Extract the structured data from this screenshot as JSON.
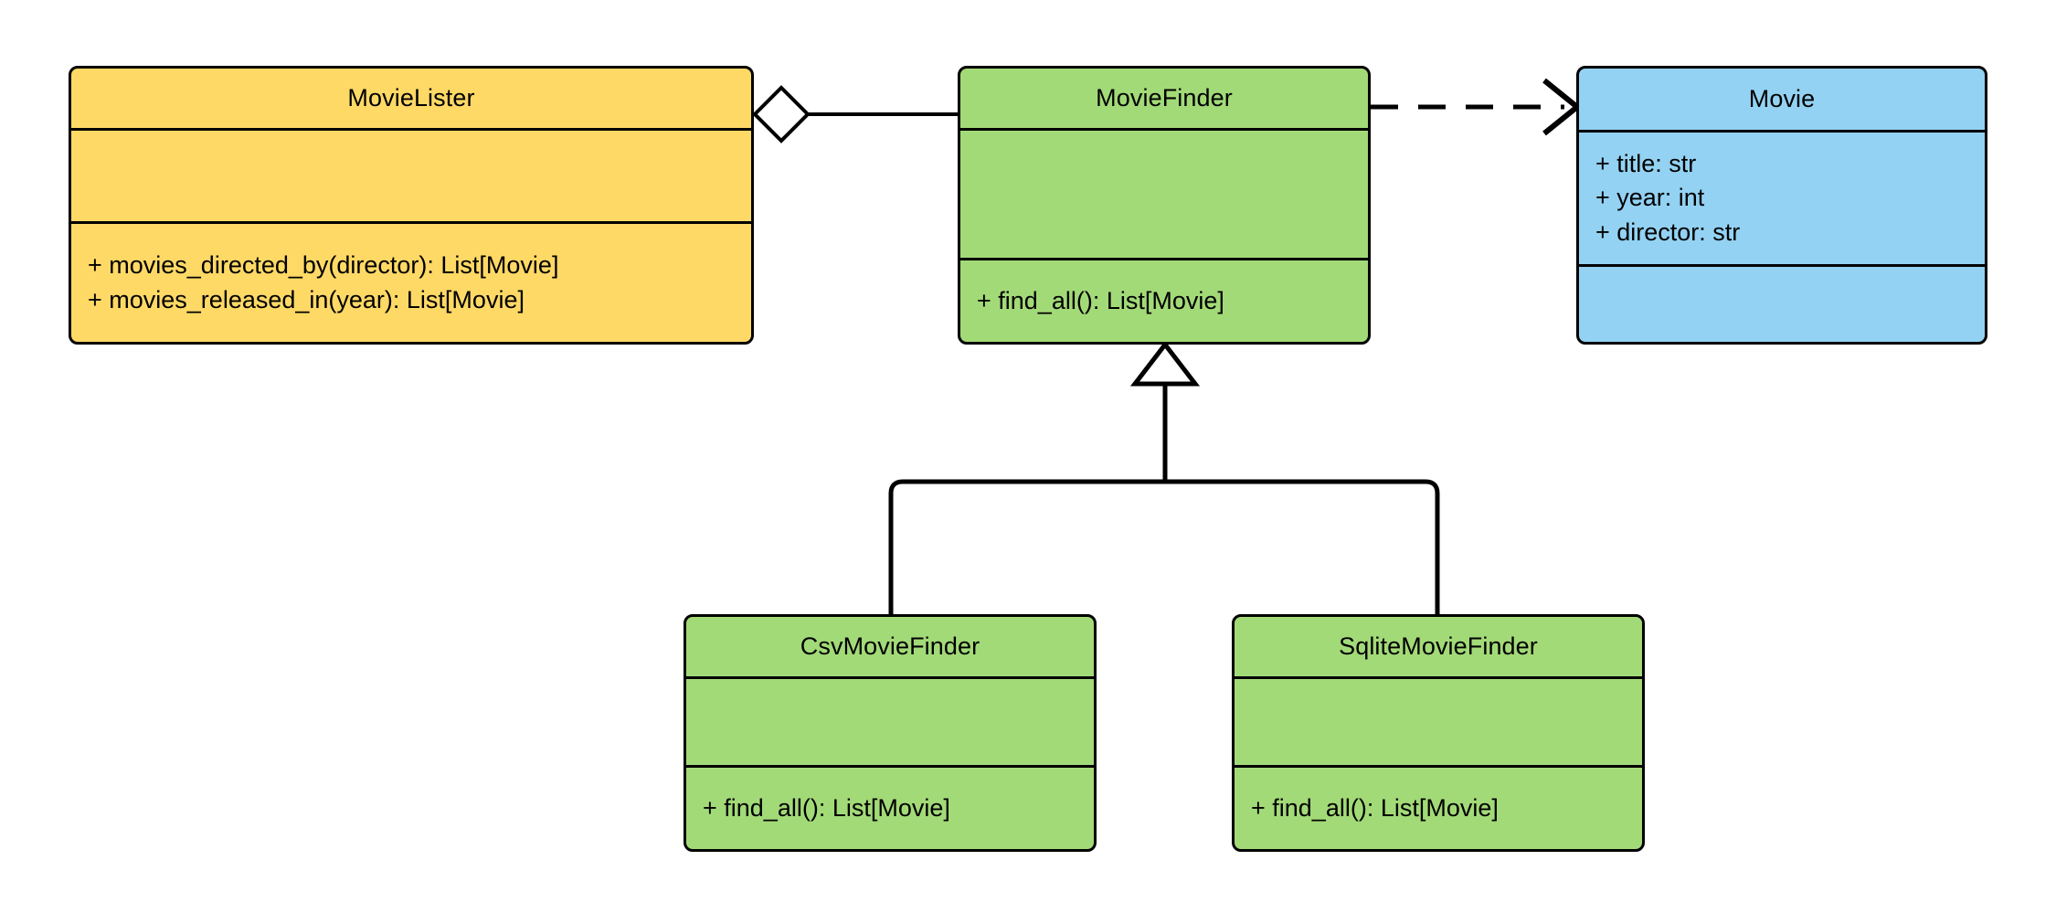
{
  "diagram": {
    "type": "uml-class-diagram",
    "background": "#ffffff",
    "line_color": "#000000",
    "text_color": "#000000",
    "colors": {
      "yellow": "#ffd966",
      "green": "#a3da78",
      "blue": "#93d2f3"
    }
  },
  "classes": [
    {
      "id": "movie-lister",
      "name": "MovieLister",
      "fill": "#ffd966",
      "attributes": [],
      "methods": [
        "+ movies_directed_by(director): List[Movie]",
        "+ movies_released_in(year): List[Movie]"
      ]
    },
    {
      "id": "movie-finder",
      "name": "MovieFinder",
      "fill": "#a3da78",
      "attributes": [],
      "methods": [
        "+ find_all(): List[Movie]"
      ]
    },
    {
      "id": "movie",
      "name": "Movie",
      "fill": "#93d2f3",
      "attributes": [
        "+ title: str",
        "+ year: int",
        "+ director: str"
      ],
      "methods": []
    },
    {
      "id": "csv-movie-finder",
      "name": "CsvMovieFinder",
      "fill": "#a3da78",
      "attributes": [],
      "methods": [
        "+ find_all(): List[Movie]"
      ]
    },
    {
      "id": "sqlite-movie-finder",
      "name": "SqliteMovieFinder",
      "fill": "#a3da78",
      "attributes": [],
      "methods": [
        "+ find_all(): List[Movie]"
      ]
    }
  ],
  "relationships": [
    {
      "id": "lister-finder",
      "kind": "aggregation",
      "from": "MovieLister",
      "to": "MovieFinder",
      "line": "solid",
      "end_marker": "hollow-diamond",
      "label": ""
    },
    {
      "id": "finder-movie",
      "kind": "dependency",
      "from": "MovieFinder",
      "to": "Movie",
      "line": "dashed",
      "end_marker": "open-arrow",
      "label": ""
    },
    {
      "id": "csv-inherits-finder",
      "kind": "generalization",
      "from": "CsvMovieFinder",
      "to": "MovieFinder",
      "line": "solid",
      "end_marker": "hollow-triangle",
      "label": ""
    },
    {
      "id": "sqlite-inherits-finder",
      "kind": "generalization",
      "from": "SqliteMovieFinder",
      "to": "MovieFinder",
      "line": "solid",
      "end_marker": "hollow-triangle",
      "label": ""
    }
  ]
}
